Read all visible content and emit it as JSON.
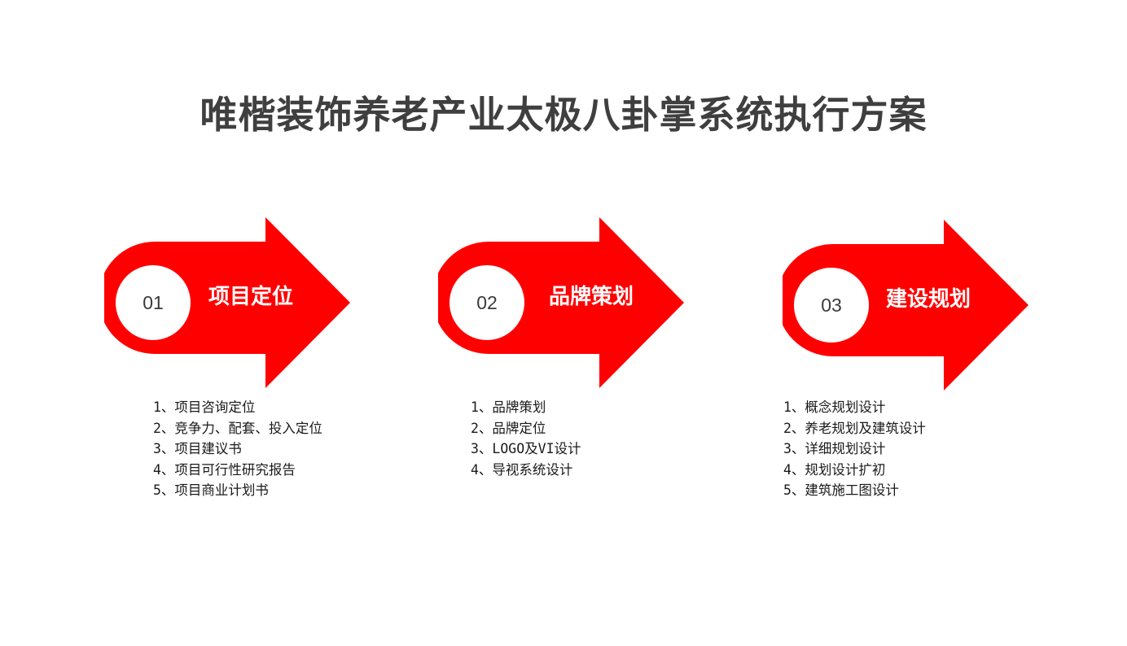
{
  "title": "唯楷装饰养老产业太极八卦掌系统执行方案",
  "colors": {
    "accent": "#ff0000",
    "title_text": "#3f3f3f",
    "number_text": "#3a3a3a",
    "body_text": "#1a1a1a"
  },
  "steps": [
    {
      "number": "01",
      "label": "项目定位",
      "items": [
        "1、项目咨询定位",
        "2、竞争力、配套、投入定位",
        "3、项目建议书",
        "4、项目可行性研究报告",
        "5、项目商业计划书"
      ]
    },
    {
      "number": "02",
      "label": "品牌策划",
      "items": [
        "1、品牌策划",
        "2、品牌定位",
        "3、LOGO及VI设计",
        "4、导视系统设计"
      ]
    },
    {
      "number": "03",
      "label": "建设规划",
      "items": [
        "1、概念规划设计",
        "2、养老规划及建筑设计",
        "3、详细规划设计",
        "4、规划设计扩初",
        "5、建筑施工图设计"
      ]
    }
  ]
}
